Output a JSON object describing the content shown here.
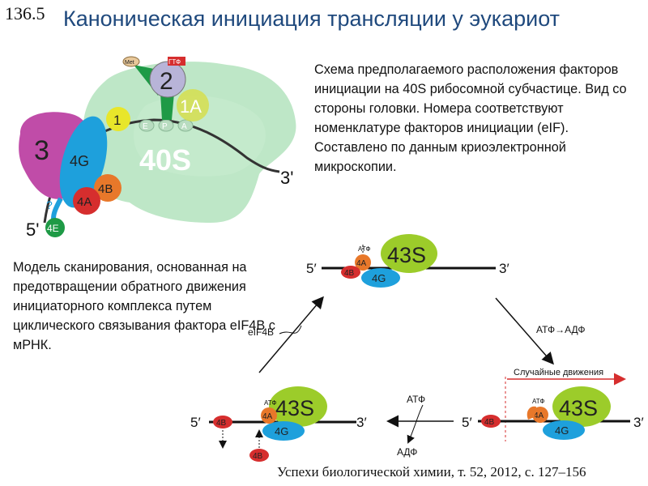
{
  "slide_number": "136.5",
  "title": "Каноническая инициация трансляции у эукариот",
  "description": "Схема предполагаемого расположения факторов инициации на 40S рибосомной субчастице.  Вид со стороны головки. Номера соответствуют номенклатуре факторов инициации (eIF). Составлено по данным криоэлектронной микроскопии.",
  "model_text": "Модель сканирования, основанная на предотвращении обратного движения инициаторного комплекса путем циклического связывания фактора eIF4B с мРНК.",
  "reference": "Успехи биологической химии, т. 52, 2012, с. 127–156",
  "colors": {
    "title": "#1f497d",
    "ribosome_40s": "#a8dfb4",
    "eif3": "#c04ca8",
    "eif4g": "#1ea0dc",
    "eif4a": "#e8782a",
    "eif4b": "#d62e2e",
    "eif4e": "#1e9a46",
    "eif1": "#e8e62a",
    "eif1a": "#d6de4e",
    "eif2": "#b8b4d8",
    "complex_43s": "#9ccc2a"
  },
  "top_diagram": {
    "ribosome_label": "40S",
    "eif3": "3",
    "eif4g": "4G",
    "eif4a": "4A",
    "eif4b": "4B",
    "eif4e": "4E",
    "eif1": "1",
    "eif1a": "1A",
    "eif2": "2",
    "gtp": "ГТФ",
    "met": "Met",
    "site_e": "E",
    "site_p": "P",
    "site_a": "A",
    "end_5": "5'",
    "end_3": "3'",
    "question": "?"
  },
  "cycle": {
    "end_5": "5′",
    "end_3": "3′",
    "label_43s": "43S",
    "label_4g": "4G",
    "label_4a": "4A",
    "label_4b": "4B",
    "atp": "АТФ",
    "eif4b_arrow": "eIF4B",
    "atp_to_adp": "АТФ→АДФ",
    "random_moves": "Случайные движения",
    "adp": "АДФ"
  }
}
